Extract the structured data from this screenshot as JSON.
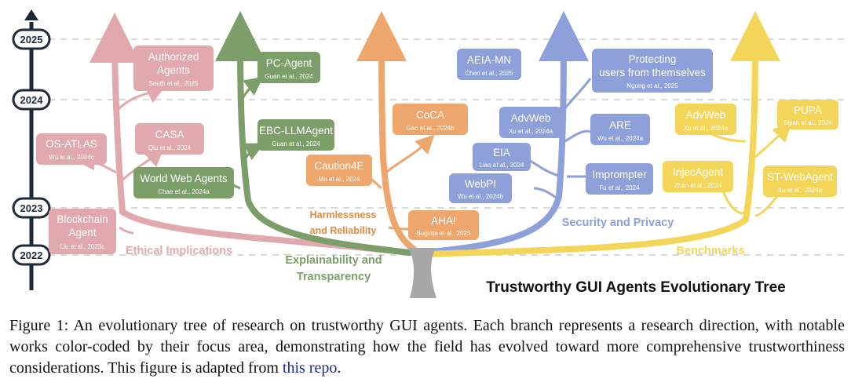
{
  "years": [
    "2025",
    "2024",
    "2023",
    "2022"
  ],
  "title": "Trustworthy GUI Agents Evolutionary Tree",
  "colors": {
    "ethical": "#e1a9ad",
    "explain": "#7c9f69",
    "harm": "#eea66c",
    "security": "#8ea0d9",
    "bench": "#f3d659",
    "trunk": "#a7a7a7",
    "timeline": "#1f2a38"
  },
  "branches": {
    "ethical": "Ethical Implications",
    "explain_1": "Explainability and",
    "explain_2": "Transparency",
    "harm_1": "Harmlessness",
    "harm_2": "and Reliability",
    "security": "Security and Privacy",
    "bench": "Benchmarks"
  },
  "nodes": [
    {
      "id": "authorized",
      "group": "ethical",
      "lines": [
        "Authorized",
        "Agents"
      ],
      "cite": "South et al., 2025"
    },
    {
      "id": "os_atlas",
      "group": "ethical",
      "lines": [
        "OS-ATLAS"
      ],
      "cite": "Wu et al., 2024c"
    },
    {
      "id": "casa",
      "group": "ethical",
      "lines": [
        "CASA"
      ],
      "cite": "Qiu et al., 2024"
    },
    {
      "id": "blockchain",
      "group": "ethical",
      "lines": [
        "Blockchain",
        "Agent"
      ],
      "cite": "Liu et al., 2023c"
    },
    {
      "id": "pc_agent",
      "group": "explain",
      "lines": [
        "PC-Agent"
      ],
      "cite": "Guan et al., 2024"
    },
    {
      "id": "ebc",
      "group": "explain",
      "lines": [
        "EBC-LLMAgent"
      ],
      "cite": "Guan et al., 2024"
    },
    {
      "id": "wwa",
      "group": "explain",
      "lines": [
        "World Web Agents"
      ],
      "cite": "Chae et al., 2024a"
    },
    {
      "id": "coca",
      "group": "harm",
      "lines": [
        "CoCA"
      ],
      "cite": "Gao et al., 2024b"
    },
    {
      "id": "caution",
      "group": "harm",
      "lines": [
        "Caution4E"
      ],
      "cite": "Ma et al., 2024"
    },
    {
      "id": "aha",
      "group": "harm",
      "lines": [
        "AHA!"
      ],
      "cite": "Bugința et al., 2023"
    },
    {
      "id": "aeia",
      "group": "security",
      "lines": [
        "AEIA-MN"
      ],
      "cite": "Chen et al., 2025"
    },
    {
      "id": "protecting",
      "group": "security",
      "lines": [
        "Protecting",
        "users from themselves"
      ],
      "cite": "Ngong et al., 2025"
    },
    {
      "id": "advweb_s",
      "group": "security",
      "lines": [
        "AdvWeb"
      ],
      "cite": "Xu et al., 2024a"
    },
    {
      "id": "are",
      "group": "security",
      "lines": [
        "ARE"
      ],
      "cite": "Wu et al., 2024a"
    },
    {
      "id": "eia",
      "group": "security",
      "lines": [
        "EIA"
      ],
      "cite": "Liao et al., 2024"
    },
    {
      "id": "imprompter",
      "group": "security",
      "lines": [
        "Imprompter"
      ],
      "cite": "Fu et al., 2024"
    },
    {
      "id": "webpi",
      "group": "security",
      "lines": [
        "WebPI"
      ],
      "cite": "Wu et al., 2024b"
    },
    {
      "id": "advweb_b",
      "group": "bench",
      "lines": [
        "AdvWeb"
      ],
      "cite": "Xu et al., 2024a"
    },
    {
      "id": "pupa",
      "group": "bench",
      "lines": [
        "PUPA"
      ],
      "cite": "Siyan et al., 2024"
    },
    {
      "id": "injec",
      "group": "bench",
      "lines": [
        "InjecAgent"
      ],
      "cite": "Zhan et al., 2024"
    },
    {
      "id": "st_web",
      "group": "bench",
      "lines": [
        "ST-WebAgent"
      ],
      "cite": "Xu et al., 2024a"
    }
  ],
  "caption": {
    "text": "Figure 1: An evolutionary tree of research on trustworthy GUI agents. Each branch represents a research direction, with notable works color-coded by their focus area, demonstrating how the field has evolved toward more comprehensive trustworthiness considerations. This figure is adapted from ",
    "link": "this repo",
    "end": "."
  }
}
